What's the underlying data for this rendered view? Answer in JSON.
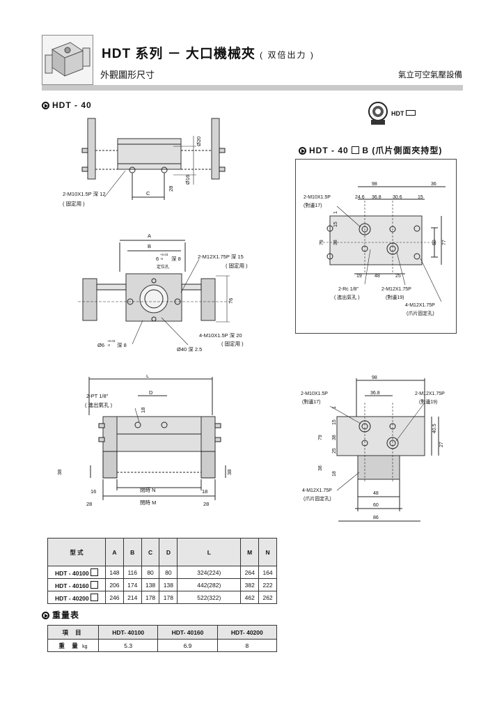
{
  "header": {
    "title": "HDT 系列 － 大口機械夾",
    "title_paren": "( 双倍出力 )",
    "subtitle": "外觀圖形尺寸",
    "company": "氣立可空氣壓設備"
  },
  "sections": {
    "main_model": "HDT - 40",
    "side_model_prefix": "HDT - 40",
    "side_model_suffix": "B  (爪片側面夾持型)",
    "logo_model": "HDT",
    "weight_title": "重量表"
  },
  "drawing1": {
    "tap": "2-M10X1.5P 深 12",
    "tap_note": "( 固定用 )",
    "c": "C",
    "d20": "Ø20",
    "d16": "Ø16",
    "d28": "28"
  },
  "drawing2": {
    "a": "A",
    "b": "B",
    "pin_top": "6",
    "tol_plus": "+0.03",
    "tol_minus": "-0",
    "depth8": "深 8",
    "pin_hole": "定位孔",
    "tap_top": "2-M12X1.75P 深 15",
    "tap_top_note": "( 固定用 )",
    "h76": "76",
    "tap_bottom": "4-M10X1.5P 深 20",
    "tap_bottom_note": "( 固定用 )",
    "pin_bottom": "Ø6",
    "pin_bottom_depth": "深 8",
    "bore": "Ø40 深 2.5"
  },
  "drawing3": {
    "l": "L",
    "d": "D",
    "port": "2-PT 1/8\"",
    "port_note": "( 進出氣孔 )",
    "d18": "18",
    "h38l": "38",
    "h38r": "38",
    "w16": "16",
    "w18": "18",
    "w28l": "28",
    "w28r": "28",
    "close_n": "閉時 N",
    "close_m": "閉時 M"
  },
  "side_top": {
    "w98": "98",
    "w36": "36",
    "w24": "24.6",
    "w368": "36.8",
    "w306": "30.6",
    "w15": "15",
    "tap": "2-M10X1.5P",
    "tap_note": "(對邊17)",
    "v1": "1",
    "v15": "15",
    "v38": "38",
    "v79": "79",
    "v50": "50",
    "v77": "77",
    "b19": "19",
    "b48": "48",
    "b25": "25",
    "rc": "2-Rc 1/8\"",
    "rc_note": "( 進出氣孔 )",
    "m12": "2-M12X1.75P",
    "m12_note": "(對邊19)",
    "m12b": "4-M12X1.75P",
    "m12b_note": "(爪片固定孔)"
  },
  "side_bottom": {
    "w98": "98",
    "w368": "36.8",
    "tap": "2-M10X1.5P",
    "tap_note": "(對邊17)",
    "m12": "2-M12X1.75P",
    "m12_note": "(對邊19)",
    "v1": "1",
    "v15": "15",
    "v38": "38",
    "v25": "25",
    "v79": "79",
    "v405": "40.5",
    "v27": "27",
    "v38b": "38",
    "v18": "18",
    "m12b": "4-M12X1.75P",
    "m12b_note": "(爪片固定孔)",
    "b48": "48",
    "b60": "60",
    "b86": "86"
  },
  "spec_table": {
    "headers": [
      "型 式",
      "A",
      "B",
      "C",
      "D",
      "L",
      "M",
      "N"
    ],
    "rows": [
      [
        "HDT - 40100",
        "148",
        "116",
        "80",
        "80",
        "324(224)",
        "264",
        "164"
      ],
      [
        "HDT - 40160",
        "206",
        "174",
        "138",
        "138",
        "442(282)",
        "382",
        "222"
      ],
      [
        "HDT - 40200",
        "246",
        "214",
        "178",
        "178",
        "522(322)",
        "462",
        "262"
      ]
    ]
  },
  "weight_table": {
    "item": "項 目",
    "weight": "重 量",
    "unit": "kg",
    "models": [
      "HDT- 40100",
      "HDT- 40160",
      "HDT- 40200"
    ],
    "values": [
      "5.3",
      "6.9",
      "8"
    ]
  }
}
